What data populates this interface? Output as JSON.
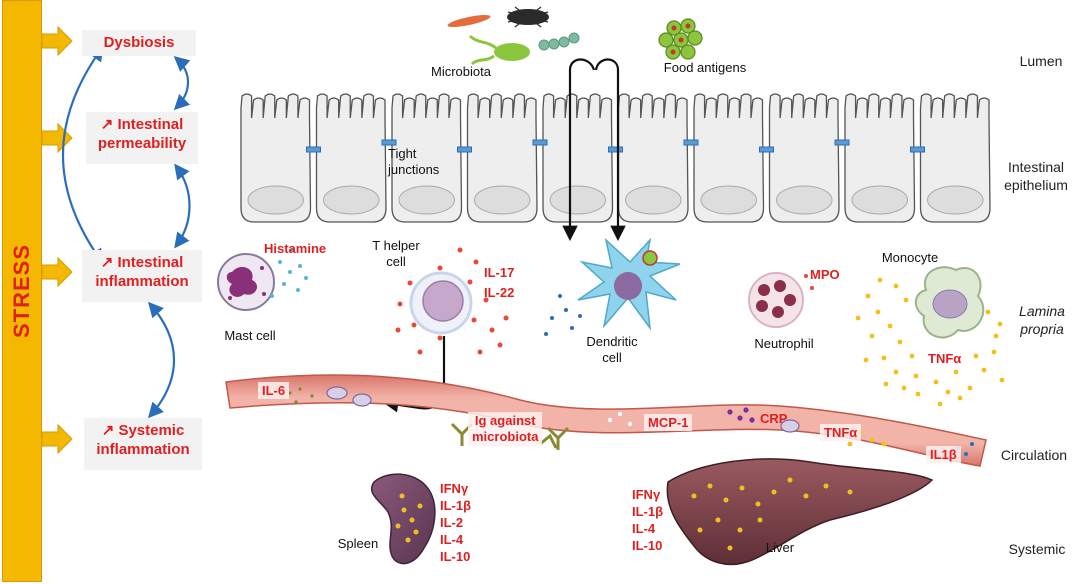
{
  "stress": "STRESS",
  "effects": {
    "dysbiosis": "Dysbiosis",
    "permeability_line1": "Intestinal",
    "permeability_line2": "permeability",
    "inflammation_line1": "Intestinal",
    "inflammation_line2": "inflammation",
    "systemic_line1": "Systemic",
    "systemic_line2": "inflammation",
    "increase_symbol": "↗"
  },
  "regions": {
    "lumen": "Lumen",
    "epithelium_line1": "Intestinal",
    "epithelium_line2": "epithelium",
    "lamina_line1": "Lamina",
    "lamina_line2": "propria",
    "circulation": "Circulation",
    "systemic": "Systemic"
  },
  "lumen": {
    "microbiota": "Microbiota",
    "food_antigens": "Food antigens"
  },
  "epithelium": {
    "tight_line1": "Tight",
    "tight_line2": "junctions"
  },
  "cells": {
    "mast_cell": "Mast cell",
    "histamine": "Histamine",
    "t_helper_line1": "T helper",
    "t_helper_line2": "cell",
    "il17": "IL-17",
    "il22": "IL-22",
    "dendritic_line1": "Dendritic",
    "dendritic_line2": "cell",
    "neutrophil": "Neutrophil",
    "mpo": "MPO",
    "monocyte": "Monocyte",
    "tnfa": "TNFα"
  },
  "circulation": {
    "il6": "IL-6",
    "ig_line1": "Ig against",
    "ig_line2": "microbiota",
    "mcp1": "MCP-1",
    "crp": "CRP",
    "tnfa": "TNFα",
    "il1b": "IL1β"
  },
  "organs": {
    "spleen": "Spleen",
    "spleen_cytokines": [
      "IFNγ",
      "IL-1β",
      "IL-2",
      "IL-4",
      "IL-10"
    ],
    "liver": "Liver",
    "liver_cytokines": [
      "IFNγ",
      "IL-1β",
      "IL-4",
      "IL-10"
    ]
  },
  "colors": {
    "stress_bar": "#f5b800",
    "effect_text": "#e02020",
    "connector_arrows": "#2a6ebb",
    "vessel": "#e8948a"
  }
}
